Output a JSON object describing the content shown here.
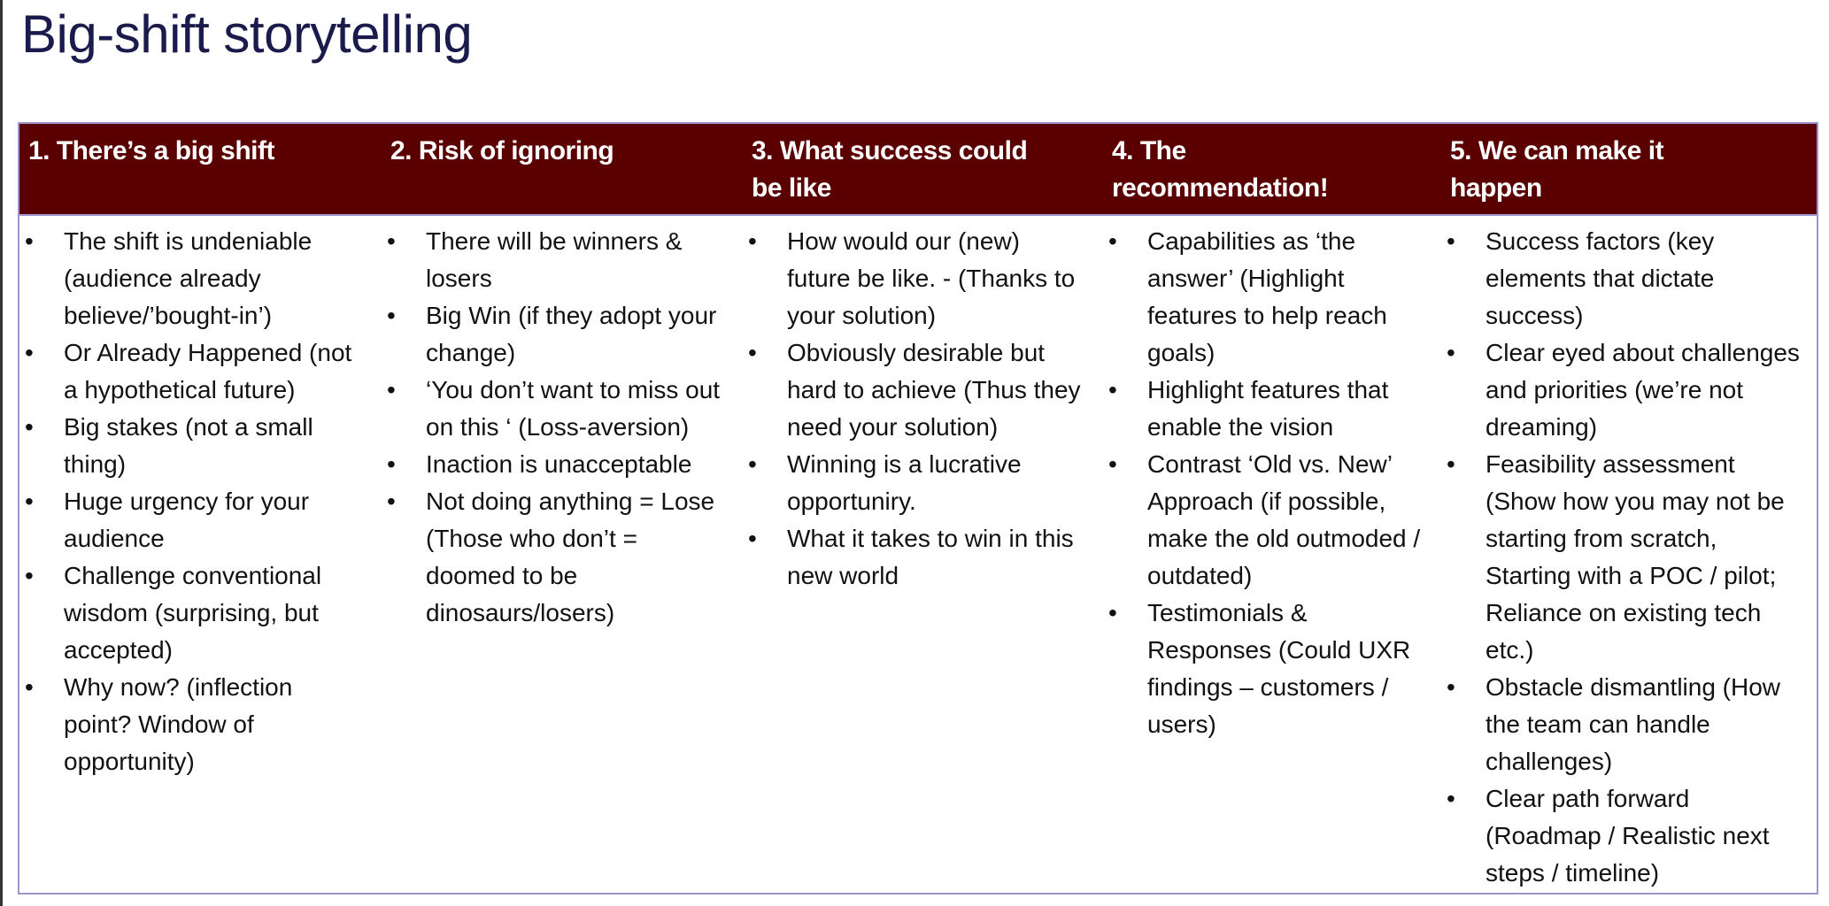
{
  "title": "Big-shift storytelling",
  "columns": [
    {
      "header": "1. There’s a big shift",
      "items": [
        "The shift is undeniable (audience already believe/’bought-in’)",
        "Or Already Happened (not a hypothetical future)",
        "Big stakes (not a small thing)",
        "Huge urgency for your audience",
        "Challenge conventional wisdom (surprising, but accepted)",
        "Why now? (inflection point? Window of opportunity)"
      ]
    },
    {
      "header": "2. Risk of ignoring",
      "items": [
        "There will be winners & losers",
        "Big Win (if they adopt your change)",
        "‘You don’t want to miss out on this ‘ (Loss-aversion)",
        "Inaction is unacceptable",
        "Not doing anything = Lose (Those who don’t = doomed to be dinosaurs/losers)"
      ]
    },
    {
      "header": "3. What success could be like",
      "items": [
        "How would our (new) future be like. - (Thanks to your solution)",
        "Obviously desirable but hard to achieve  (Thus they need your solution)",
        "Winning is a lucrative opportuniry.",
        "What it takes to win in this new world"
      ]
    },
    {
      "header": "4. The recommendation!",
      "items": [
        "Capabilities as ‘the answer’ (Highlight features to help reach goals)",
        "Highlight features that enable the vision",
        "Contrast ‘Old vs. New’ Approach (if possible, make the old outmoded / outdated)",
        "Testimonials & Responses  (Could UXR findings – customers / users)"
      ]
    },
    {
      "header": "5. We can make it happen",
      "items": [
        "Success factors (key elements that dictate success)",
        "Clear eyed about challenges and priorities (we’re not dreaming)",
        "Feasibility assessment (Show how you may not be starting from scratch, Starting with a POC / pilot; Reliance on existing tech etc.)",
        "Obstacle dismantling (How the team can handle challenges)",
        "Clear path forward (Roadmap / Realistic next steps / timeline)"
      ]
    }
  ]
}
